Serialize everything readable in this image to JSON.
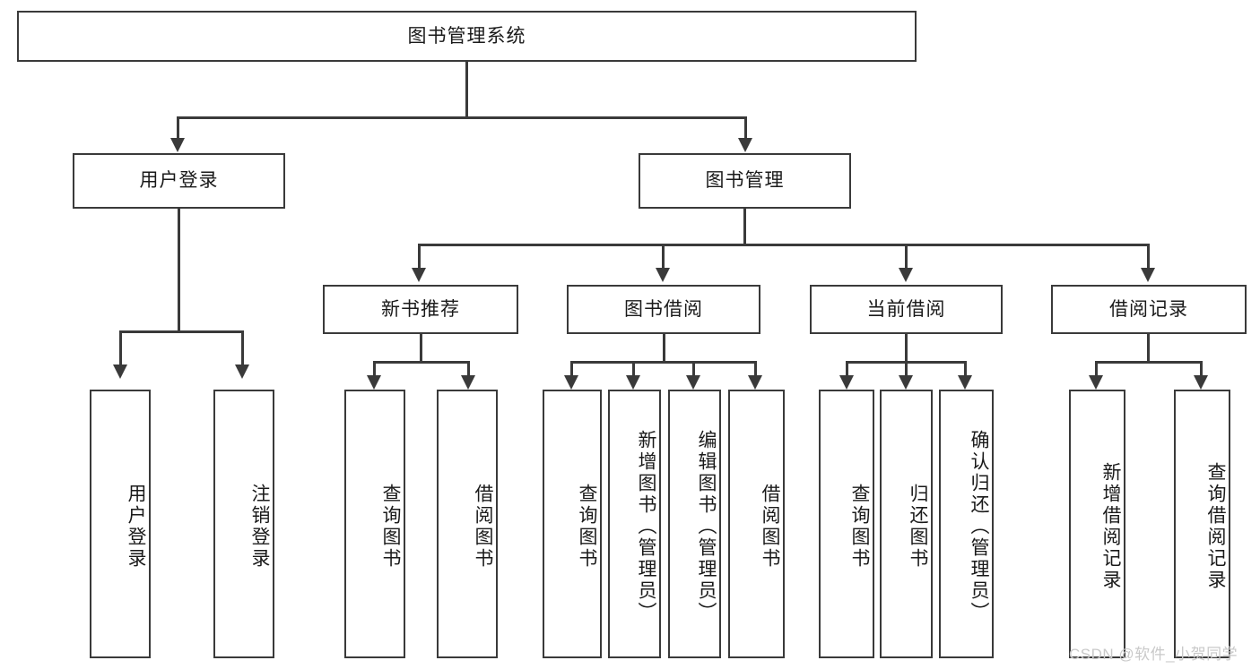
{
  "diagram": {
    "type": "tree-hierarchy",
    "title": "图书管理系统",
    "watermark": "CSDN @软件_小贺同学",
    "colors": {
      "stroke": "#3a3a3a",
      "fill": "#ffffff",
      "text": "#1a1a1a",
      "watermark": "#c9c9c9"
    },
    "root": {
      "id": "root",
      "label": "图书管理系统"
    },
    "level1": [
      {
        "id": "user-login",
        "label": "用户登录"
      },
      {
        "id": "book-management",
        "label": "图书管理"
      }
    ],
    "level2": [
      {
        "id": "new-book-recommend",
        "label": "新书推荐",
        "parent": "book-management"
      },
      {
        "id": "book-borrow",
        "label": "图书借阅",
        "parent": "book-management"
      },
      {
        "id": "current-borrow",
        "label": "当前借阅",
        "parent": "book-management"
      },
      {
        "id": "borrow-record",
        "label": "借阅记录",
        "parent": "book-management"
      }
    ],
    "leaves": {
      "user_login": [
        {
          "id": "leaf-user-login",
          "label": "用户登录"
        },
        {
          "id": "leaf-user-logout",
          "label": "注销登录"
        }
      ],
      "new_book_recommend": [
        {
          "id": "leaf-query-book-1",
          "label": "查询图书"
        },
        {
          "id": "leaf-borrow-book-1",
          "label": "借阅图书"
        }
      ],
      "book_borrow": [
        {
          "id": "leaf-query-book-2",
          "label": "查询图书"
        },
        {
          "id": "leaf-add-book",
          "label": "新增图书（管理员）"
        },
        {
          "id": "leaf-edit-book",
          "label": "编辑图书（管理员）"
        },
        {
          "id": "leaf-borrow-book-2",
          "label": "借阅图书"
        }
      ],
      "current_borrow": [
        {
          "id": "leaf-query-book-3",
          "label": "查询图书"
        },
        {
          "id": "leaf-return-book",
          "label": "归还图书"
        },
        {
          "id": "leaf-confirm-return",
          "label": "确认归还（管理员）"
        }
      ],
      "borrow_record": [
        {
          "id": "leaf-add-record",
          "label": "新增借阅记录"
        },
        {
          "id": "leaf-query-record",
          "label": "查询借阅记录"
        }
      ]
    }
  }
}
